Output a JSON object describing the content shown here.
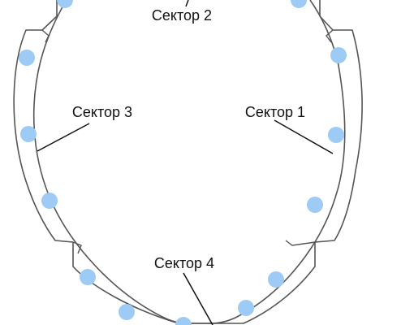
{
  "diagram": {
    "sectors": [
      {
        "id": "sector-1",
        "label": "Сектор 1"
      },
      {
        "id": "sector-2",
        "label": "Сектор 2"
      },
      {
        "id": "sector-3",
        "label": "Сектор 3"
      },
      {
        "id": "sector-4",
        "label": "Сектор 4"
      }
    ],
    "colors": {
      "frame_stroke": "#555555",
      "frame_fill": "#ffffff",
      "leader": "#111111",
      "dot": "#9ecbf5",
      "text": "#111111"
    }
  }
}
